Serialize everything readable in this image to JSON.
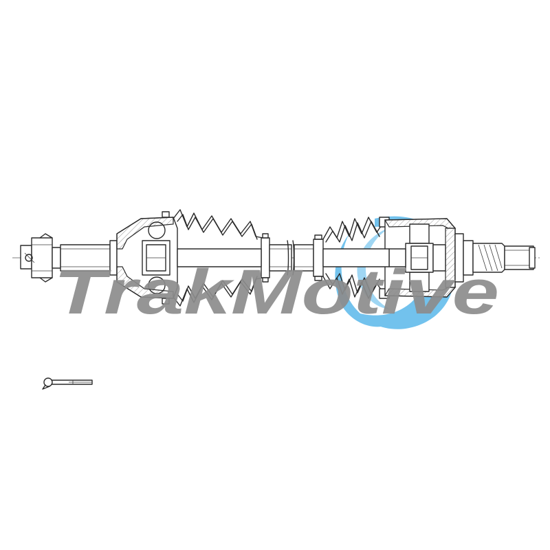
{
  "watermark": {
    "text": "TrakMotive",
    "text_color": "#8c8c8c",
    "swirl_color": "#5ab8ea"
  },
  "drawing": {
    "subject": "cv-axle-drive-shaft",
    "accessory": "cotter-pin",
    "line_color": "#2a2a2a"
  }
}
